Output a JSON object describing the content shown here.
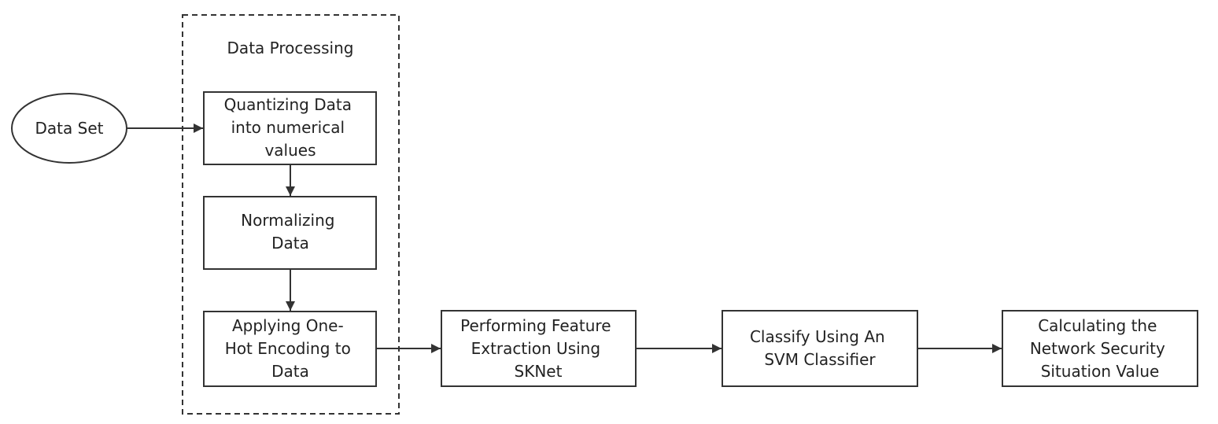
{
  "group": {
    "title": "Data Processing"
  },
  "nodes": {
    "dataset": "Data Set",
    "quantize": [
      "Quantizing Data",
      "into numerical",
      "values"
    ],
    "normalize": [
      "Normalizing",
      "Data"
    ],
    "onehot": [
      "Applying One-",
      "Hot Encoding to",
      "Data"
    ],
    "feature": [
      "Performing Feature",
      "Extraction Using",
      "SKNet"
    ],
    "classify": [
      "Classify Using An",
      "SVM Classifier"
    ],
    "calculate": [
      "Calculating the",
      "Network Security",
      "Situation Value"
    ]
  }
}
